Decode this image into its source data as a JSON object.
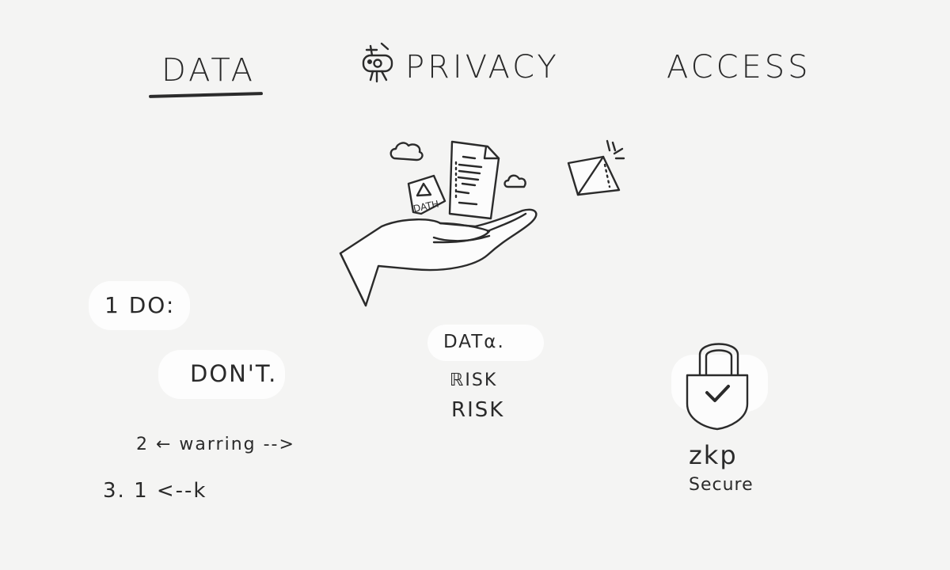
{
  "tabs": [
    {
      "label": "DATA",
      "active": true
    },
    {
      "label": "PRIVACY",
      "active": false
    },
    {
      "label": "ACCESS",
      "active": false
    }
  ],
  "left": {
    "item_do": "1 DO:",
    "item_dont": "DON'T.",
    "item_warning": "2 ← warring -->",
    "item_k": "3. 1 <--k"
  },
  "center": {
    "doc_badge": "DATH",
    "label_data": "DATα.",
    "label_risk_1": "ℝISK",
    "label_risk_2": "RISK"
  },
  "right": {
    "label_zkp": "zkp",
    "label_secure": "Secure"
  },
  "icons": [
    "robot-icon",
    "cloud-icon",
    "document-icon",
    "hand-icon",
    "triangle-flag-icon",
    "lock-check-icon"
  ],
  "colors": {
    "background": "#f4f4f3",
    "ink": "#2b2b2b",
    "highlight": "#fdfdfd"
  }
}
